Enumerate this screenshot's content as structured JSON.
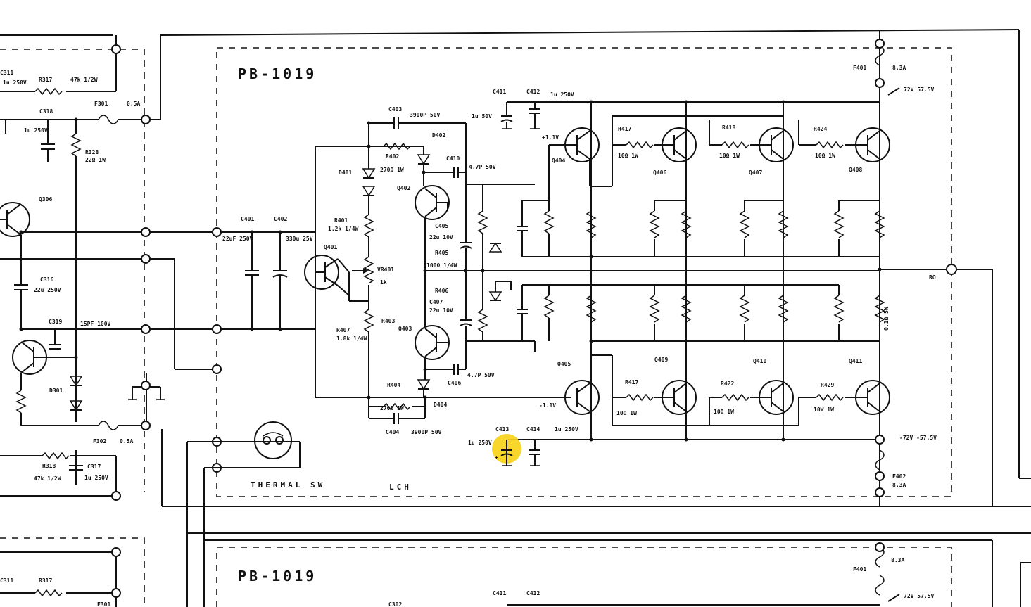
{
  "board": {
    "title_top": "PB-1019",
    "title_bottom": "PB-1019",
    "thermal_sw": "THERMAL  SW",
    "lch": "LCH"
  },
  "colors": {
    "ink": "#111111",
    "paper": "#ffffff",
    "highlight": "#f7d21a"
  },
  "labels": {
    "c311": "C311",
    "c311_val": "1u 250V",
    "r317": "R317",
    "r317_val": "47k 1/2W",
    "c318": "C318",
    "c318_val": "1u 250V",
    "f301": "F301",
    "f301_val": "0.5A",
    "r328": "R328",
    "r328_val": "22Ω 1W",
    "q306": "Q306",
    "c316": "C316",
    "c316_val": "22u 250V",
    "c319": "C319",
    "c319_val": "15PF 100V",
    "d301": "D301",
    "f302": "F302",
    "f302_val": "0.5A",
    "r318": "R318",
    "r318_val": "47k 1/2W",
    "c317": "C317",
    "c317_val": "1u 250V",
    "c401": "C401",
    "c401_val": "22uF 250V",
    "c402": "C402",
    "c402_val": "330u 25V",
    "q401": "Q401",
    "r401": "R401",
    "r401_val": "1.2k 1/4W",
    "vr401": "VR401",
    "vr401_val": "1k",
    "r403": "R403",
    "r407": "R407",
    "r407_val": "1.8k 1/4W",
    "c403": "C403",
    "c403_val": "3900P 50V",
    "d402": "D402",
    "r402": "R402",
    "r402_val": "270Ω 1W",
    "d401": "D401",
    "q402": "Q402",
    "q403": "Q403",
    "c410": "C410",
    "c410_val": "4.7P 50V",
    "c405": "C405",
    "c405_val": "22u 10V",
    "r405": "R405",
    "r405_val": "100Ω 1/4W",
    "r406": "R406",
    "c407": "C407",
    "c407_val": "22u 10V",
    "c406": "C406",
    "c406_val": "4.7P 50V",
    "r404": "R404",
    "r404_val": "270Ω 1W",
    "c404": "C404",
    "c404_val": "3900P 50V",
    "d404": "D404",
    "c411": "C411",
    "c412": "C412",
    "c411_val": "1u 50V",
    "c412_val": "1u 250V",
    "plus11": "+1.1V",
    "minus11": "-1.1V",
    "q404": "Q404",
    "q405": "Q405",
    "r417": "R417",
    "r417_val": "10Ω 1W",
    "r418": "R418",
    "r418_val": "10Ω 1W",
    "r424": "R424",
    "r424_val": "10Ω 1W",
    "q406": "Q406",
    "q407": "Q407",
    "q408": "Q408",
    "q409": "Q409",
    "q410": "Q410",
    "q411": "Q411",
    "r422": "R422",
    "r422_val": "10Ω 1W",
    "r429": "R429",
    "r429_val": "10W 1W",
    "c413": "C413",
    "c413_val": "1u 250V",
    "c414": "C414",
    "c414_val": "1u 250V",
    "f401": "F401",
    "f401_val": "8.3A",
    "f402": "F402",
    "f402_val": "8.3A",
    "plus72": "72V 57.5V",
    "minus72": "-72V -57.5V",
    "out": "RO",
    "f401b_val": "8.3A",
    "plus72b": "72V 57.5V",
    "c411b": "C411",
    "c412b": "C412",
    "c302": "C302",
    "f301b": "F301",
    "r317b": "R317",
    "c311b": "C311",
    "r428_val": "0.1Ω 5W"
  }
}
